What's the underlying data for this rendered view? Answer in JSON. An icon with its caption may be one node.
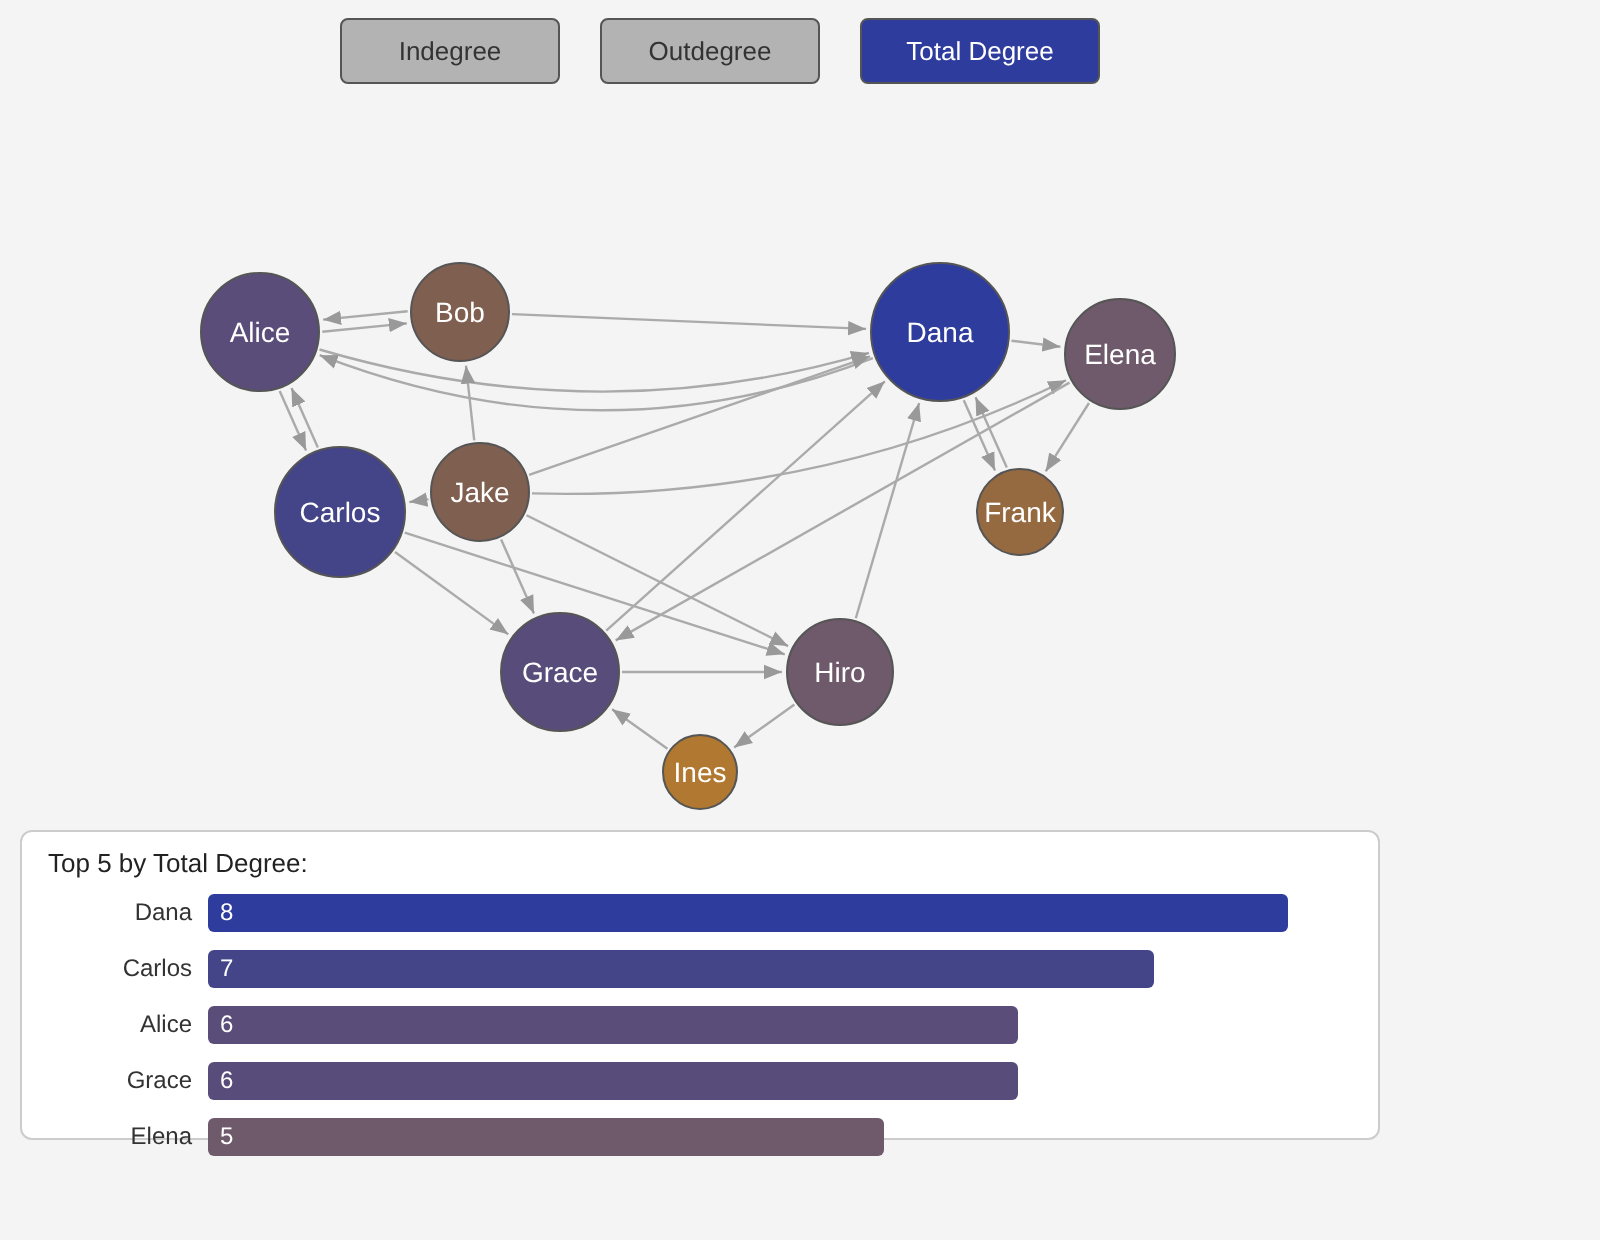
{
  "diagram": {
    "nodes": [
      {
        "text": [
          "Alice"
        ]
      },
      {
        "text": [
          "Bob"
        ]
      },
      {
        "text": [
          "Dana"
        ]
      },
      {
        "text": [
          "Elena"
        ]
      },
      {
        "text": [
          "Carlos"
        ]
      },
      {
        "text": [
          "Jake"
        ]
      },
      {
        "text": [
          "Frank"
        ]
      },
      {
        "text": [
          "Grace"
        ]
      },
      {
        "text": [
          "Hiro"
        ]
      },
      {
        "text": [
          "Ines"
        ]
      }
    ],
    "edges": [
      {
        "from": 0,
        "to": 1,
        "arrow": "to"
      },
      {
        "from": 1,
        "to": 0,
        "arrow": "to"
      },
      {
        "from": 0,
        "to": 2,
        "arrow": "to"
      },
      {
        "from": 1,
        "to": 2,
        "arrow": "to"
      },
      {
        "from": 2,
        "to": 0,
        "arrow": "to"
      },
      {
        "from": 0,
        "to": 4,
        "arrow": "to"
      },
      {
        "from": 4,
        "to": 0,
        "arrow": "to"
      },
      {
        "from": 5,
        "to": 1,
        "arrow": "to"
      },
      {
        "from": 5,
        "to": 4,
        "arrow": "to"
      },
      {
        "from": 5,
        "to": 2,
        "arrow": "to"
      },
      {
        "from": 5,
        "to": 3,
        "arrow": "to"
      },
      {
        "from": 2,
        "to": 3,
        "arrow": "to"
      },
      {
        "from": 2,
        "to": 6,
        "arrow": "to"
      },
      {
        "from": 6,
        "to": 2,
        "arrow": "to"
      },
      {
        "from": 3,
        "to": 6,
        "arrow": "to"
      },
      {
        "from": 3,
        "to": 7,
        "arrow": "to"
      },
      {
        "from": 4,
        "to": 7,
        "arrow": "to"
      },
      {
        "from": 4,
        "to": 8,
        "arrow": "to"
      },
      {
        "from": 5,
        "to": 7,
        "arrow": "to"
      },
      {
        "from": 5,
        "to": 8,
        "arrow": "to"
      },
      {
        "from": 7,
        "to": 8,
        "arrow": "to"
      },
      {
        "from": 7,
        "to": 2,
        "arrow": "to"
      },
      {
        "from": 8,
        "to": 2,
        "arrow": "to"
      },
      {
        "from": 8,
        "to": 9,
        "arrow": "to"
      },
      {
        "from": 9,
        "to": 7,
        "arrow": "to"
      }
    ],
    "labels": [
      "Indegree",
      "Outdegree",
      "Total Degree"
    ],
    "chart_data": {
      "type": "bar",
      "orientation": "horizontal",
      "title": "Top 5 by Total Degree:",
      "categories": [
        "Dana",
        "Carlos",
        "Alice",
        "Grace",
        "Elena"
      ],
      "series": [
        {
          "values": [
            8,
            7,
            6,
            6,
            5
          ]
        }
      ],
      "data_labels": true
    }
  }
}
